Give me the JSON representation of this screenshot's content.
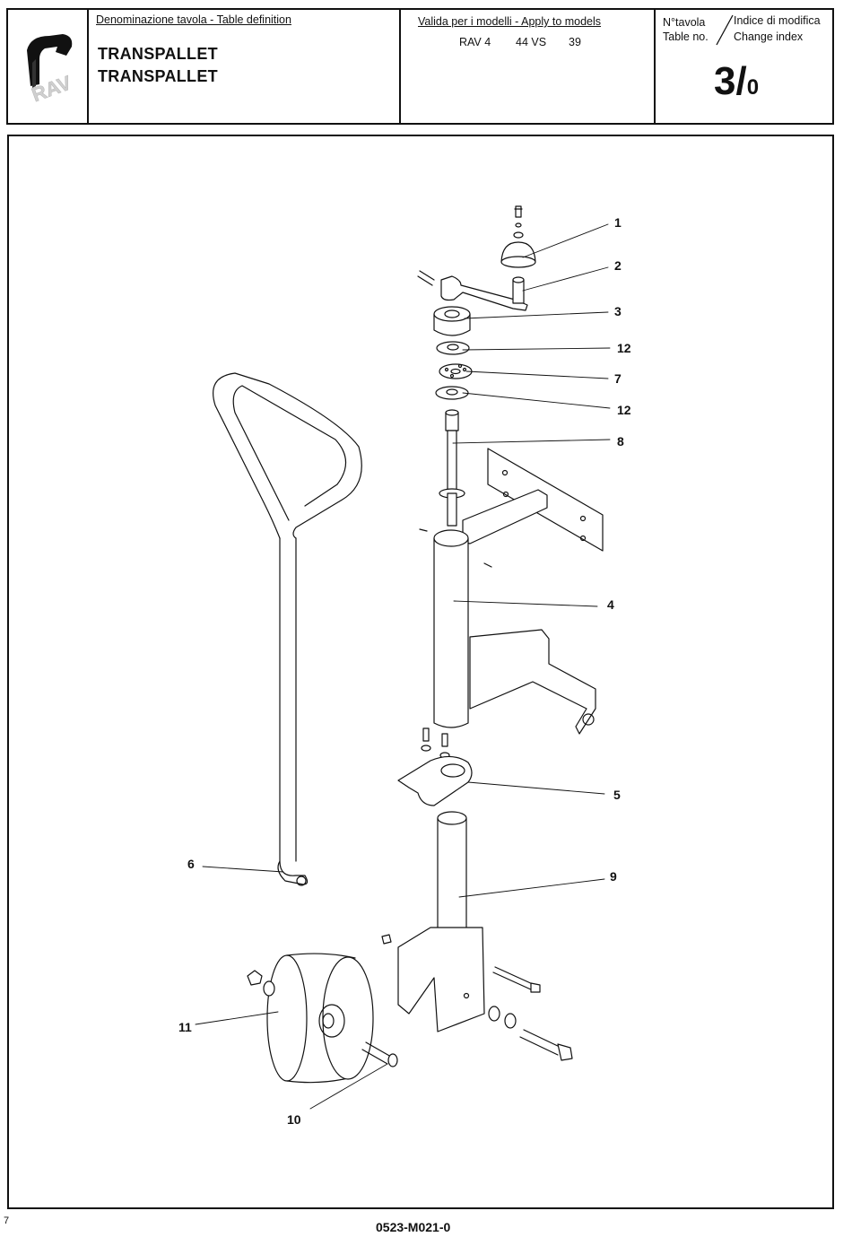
{
  "header": {
    "logo_text": "RAV",
    "table_definition_label": "Denominazione tavola - Table definition",
    "title_it": "TRANSPALLET",
    "title_en": "TRANSPALLET",
    "models_label": "Valida per i modelli - Apply to models",
    "model_brand": "RAV 4",
    "model_code": "44 VS",
    "model_number": "39",
    "table_no_label_it": "N°tavola",
    "table_no_label_en": "Table no.",
    "change_index_label_it": "Indice di modifica",
    "change_index_label_en": "Change index",
    "table_number": "3/",
    "change_index": "0"
  },
  "parts": [
    {
      "id": "1"
    },
    {
      "id": "2"
    },
    {
      "id": "3"
    },
    {
      "id": "12"
    },
    {
      "id": "7"
    },
    {
      "id": "12"
    },
    {
      "id": "8"
    },
    {
      "id": "4"
    },
    {
      "id": "5"
    },
    {
      "id": "9"
    },
    {
      "id": "6"
    },
    {
      "id": "11"
    },
    {
      "id": "10"
    }
  ],
  "footer": {
    "page_number": "7",
    "drawing_code": "0523-M021-0"
  }
}
